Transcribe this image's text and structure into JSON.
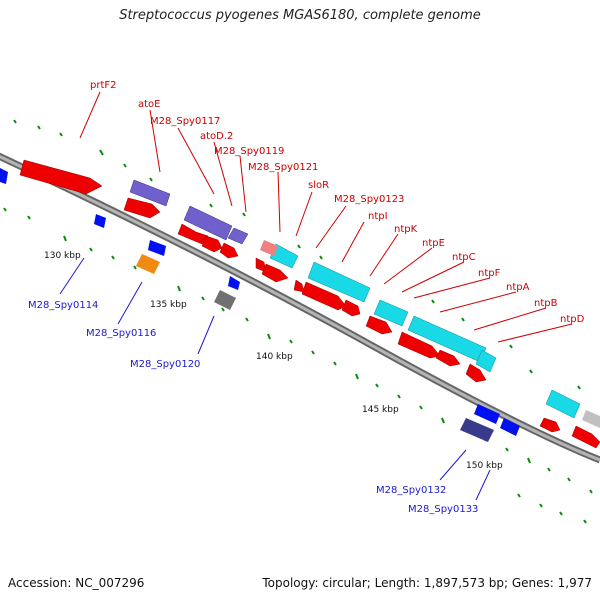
{
  "title": "Streptococcus pyogenes MGAS6180, complete genome",
  "footer": {
    "accession": "Accession: NC_007296",
    "topology": "Topology: circular; Length: 1,897,573 bp; Genes: 1,977"
  },
  "colors": {
    "backbone": "#8c8c8c",
    "forward_gene": "#ee0000",
    "feature_cyan": "#19d9e6",
    "feature_purple": "#7060cc",
    "feature_blue": "#0010ee",
    "feature_orange": "#f08a10",
    "feature_gray": "#707070",
    "feature_navy": "#3a3a8a",
    "feature_pink": "#f08080",
    "label_red": "#cc0000",
    "label_blue": "#1a1acc",
    "tick": "#0a8a0a"
  },
  "scale_labels": [
    "130 kbp",
    "135 kbp",
    "140 kbp",
    "145 kbp",
    "150 kbp"
  ],
  "labels_top": [
    "prtF2",
    "atoE",
    "M28_Spy0117",
    "atoD.2",
    "M28_Spy0119",
    "M28_Spy0121",
    "sloR",
    "M28_Spy0123",
    "ntpI",
    "ntpK",
    "ntpE",
    "ntpC",
    "ntpF",
    "ntpA",
    "ntpB",
    "ntpD"
  ],
  "labels_bottom": [
    "M28_Spy0114",
    "M28_Spy0116",
    "M28_Spy0120",
    "M28_Spy0132",
    "M28_Spy0133"
  ]
}
